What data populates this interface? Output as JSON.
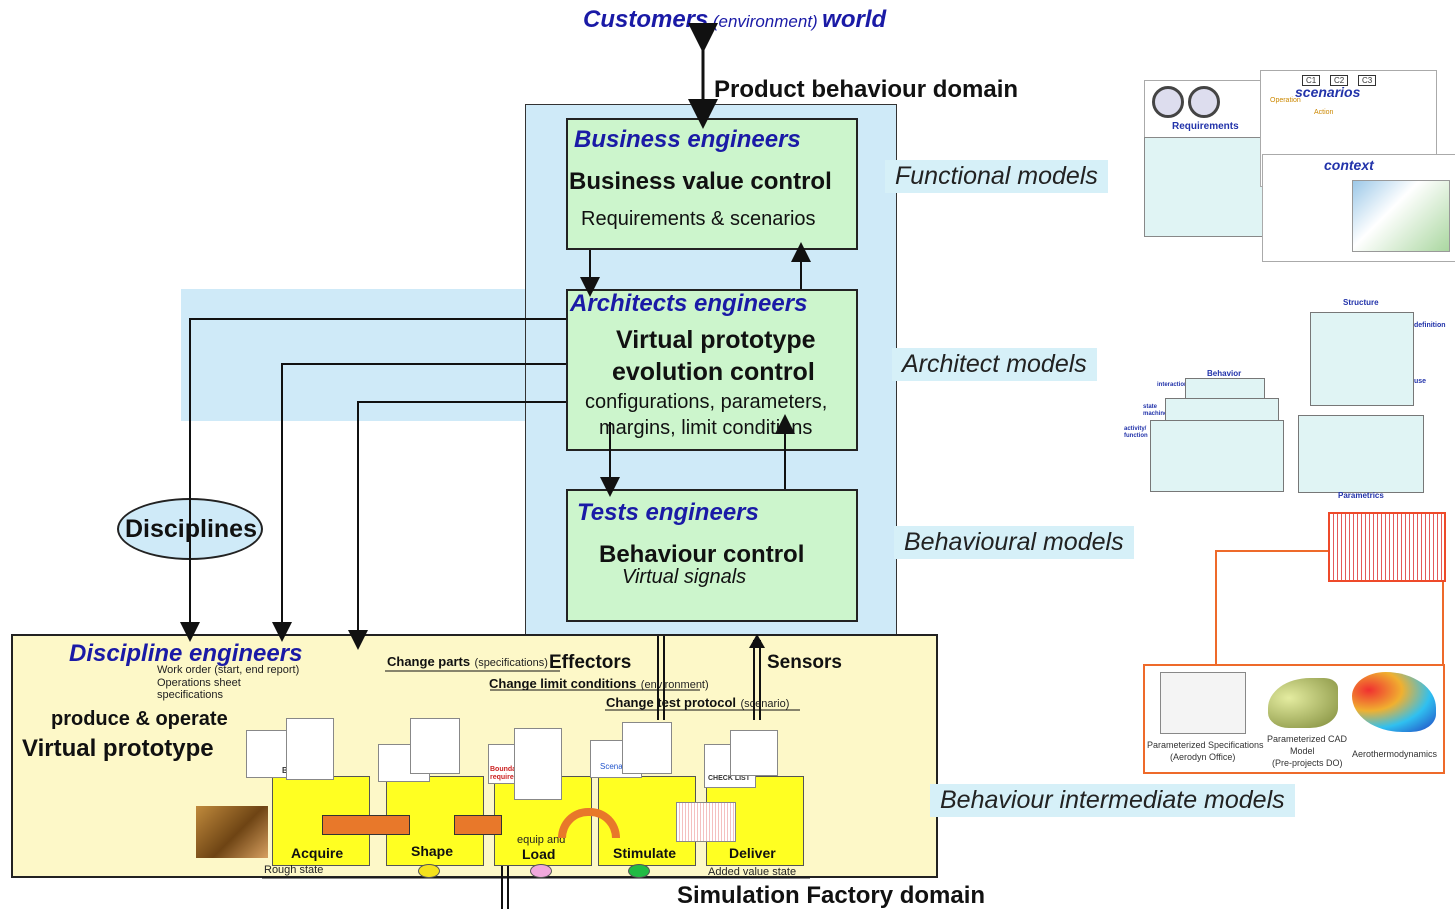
{
  "header": {
    "customers": "Customers",
    "environment": "(environment)",
    "world": "world",
    "product_domain": "Product behaviour domain"
  },
  "boxes": {
    "business": {
      "role": "Business engineers",
      "title": "Business value control",
      "subtitle": "Requirements & scenarios"
    },
    "architects": {
      "role": "Architects engineers",
      "title_line1": "Virtual prototype",
      "title_line2": "evolution control",
      "sub_line1": "configurations, parameters,",
      "sub_line2": "margins, limit conditions"
    },
    "tests": {
      "role": "Tests engineers",
      "title": "Behaviour control",
      "subtitle": "Virtual signals"
    }
  },
  "disciplines": "Disciplines",
  "factory": {
    "role": "Discipline engineers",
    "work_order": "Work order (start, end report)",
    "operations_sheet": "Operations sheet",
    "specifications": "specifications",
    "produce": "produce & operate",
    "virtual_prototype": "Virtual prototype",
    "effectors": "Effectors",
    "sensors": "Sensors",
    "change_parts": "Change parts",
    "change_parts_note": "(specifications)",
    "change_limit": "Change limit conditions",
    "change_limit_note": "(environment)",
    "change_test": "Change test protocol",
    "change_test_note": "(scenario)",
    "stages": [
      "Acquire",
      "Shape",
      "Load",
      "Stimulate",
      "Deliver"
    ],
    "equip_and": "equip and",
    "rough_state": "Rough state",
    "added_value": "Added value state",
    "bom": "BOM",
    "boundary": "Boundary requirements",
    "scenario": "Scenario",
    "checklist": "CHECK LIST",
    "domain": "Simulation Factory domain"
  },
  "models": {
    "functional": "Functional models",
    "architect": "Architect models",
    "behavioural": "Behavioural models",
    "intermediate": "Behaviour intermediate models"
  },
  "thumbnails": {
    "requirements": "Requirements",
    "scenarios": "scenarios",
    "context": "context",
    "structure": "Structure",
    "behavior": "Behavior",
    "parametrics": "Parametrics",
    "definition": "definition",
    "use": "use",
    "interaction": "interaction",
    "state_machine": "state machine",
    "activity_function": "activity/ function",
    "operation": "Operation",
    "action": "Action",
    "c1": "C1",
    "c2": "C2",
    "c3": "C3",
    "param_spec": "Parameterized Specifications",
    "param_spec_sub": "(Aerodyn Office)",
    "param_cad": "Parameterized CAD",
    "param_cad_model": "Model",
    "param_cad_sub": "(Pre-projects DO)",
    "aero": "Aerothermodynamics"
  },
  "colors": {
    "light_blue": "#cfeaf8",
    "green": "#ccf5cc",
    "factory_yellow": "#fdf8c8",
    "stage_yellow": "#ffff22",
    "dark_blue_text": "#1a1aa6"
  }
}
